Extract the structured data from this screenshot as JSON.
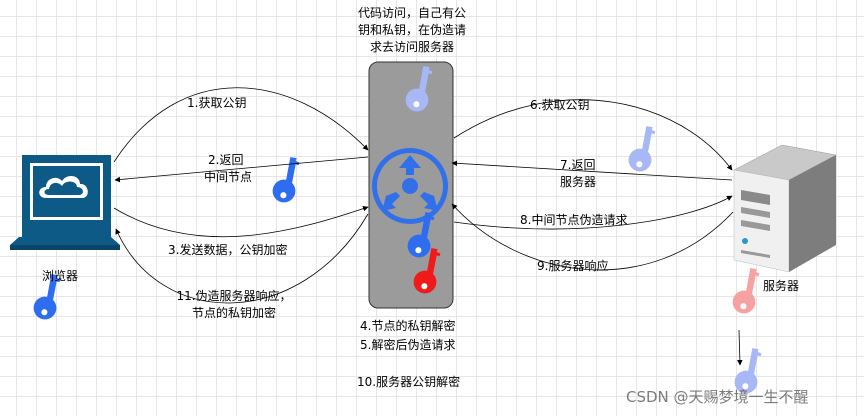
{
  "top_note": [
    "代码访问，自己有公",
    "钥和私钥，在伪造请",
    "求去访问服务器"
  ],
  "browser_label": "浏览器",
  "server_label": "服务器",
  "steps": {
    "s1": "1.获取公钥",
    "s2a": "2.返回",
    "s2b": "中间节点",
    "s3": "3.发送数据，公钥加密",
    "s11a": "11.伪造服务器响应，",
    "s11b": "节点的私钥加密",
    "s6": "6.获取公钥",
    "s7a": "7.返回",
    "s7b": "服务器",
    "s8": "8.中间节点伪造请求",
    "s9": "9.服务器响应",
    "s4": "4.节点的私钥解密",
    "s5": "5.解密后伪造请求",
    "s10": "10.服务器公钥解密"
  },
  "watermark": "CSDN @天赐梦境一生不醒",
  "colors": {
    "key_lightblue": "#a8b8f6",
    "key_blue": "#2f6df0",
    "key_red": "#f01a1a",
    "key_pink": "#f7a2a2",
    "middle_box": "#9b9b9b",
    "monitor": "#0d5a86"
  }
}
